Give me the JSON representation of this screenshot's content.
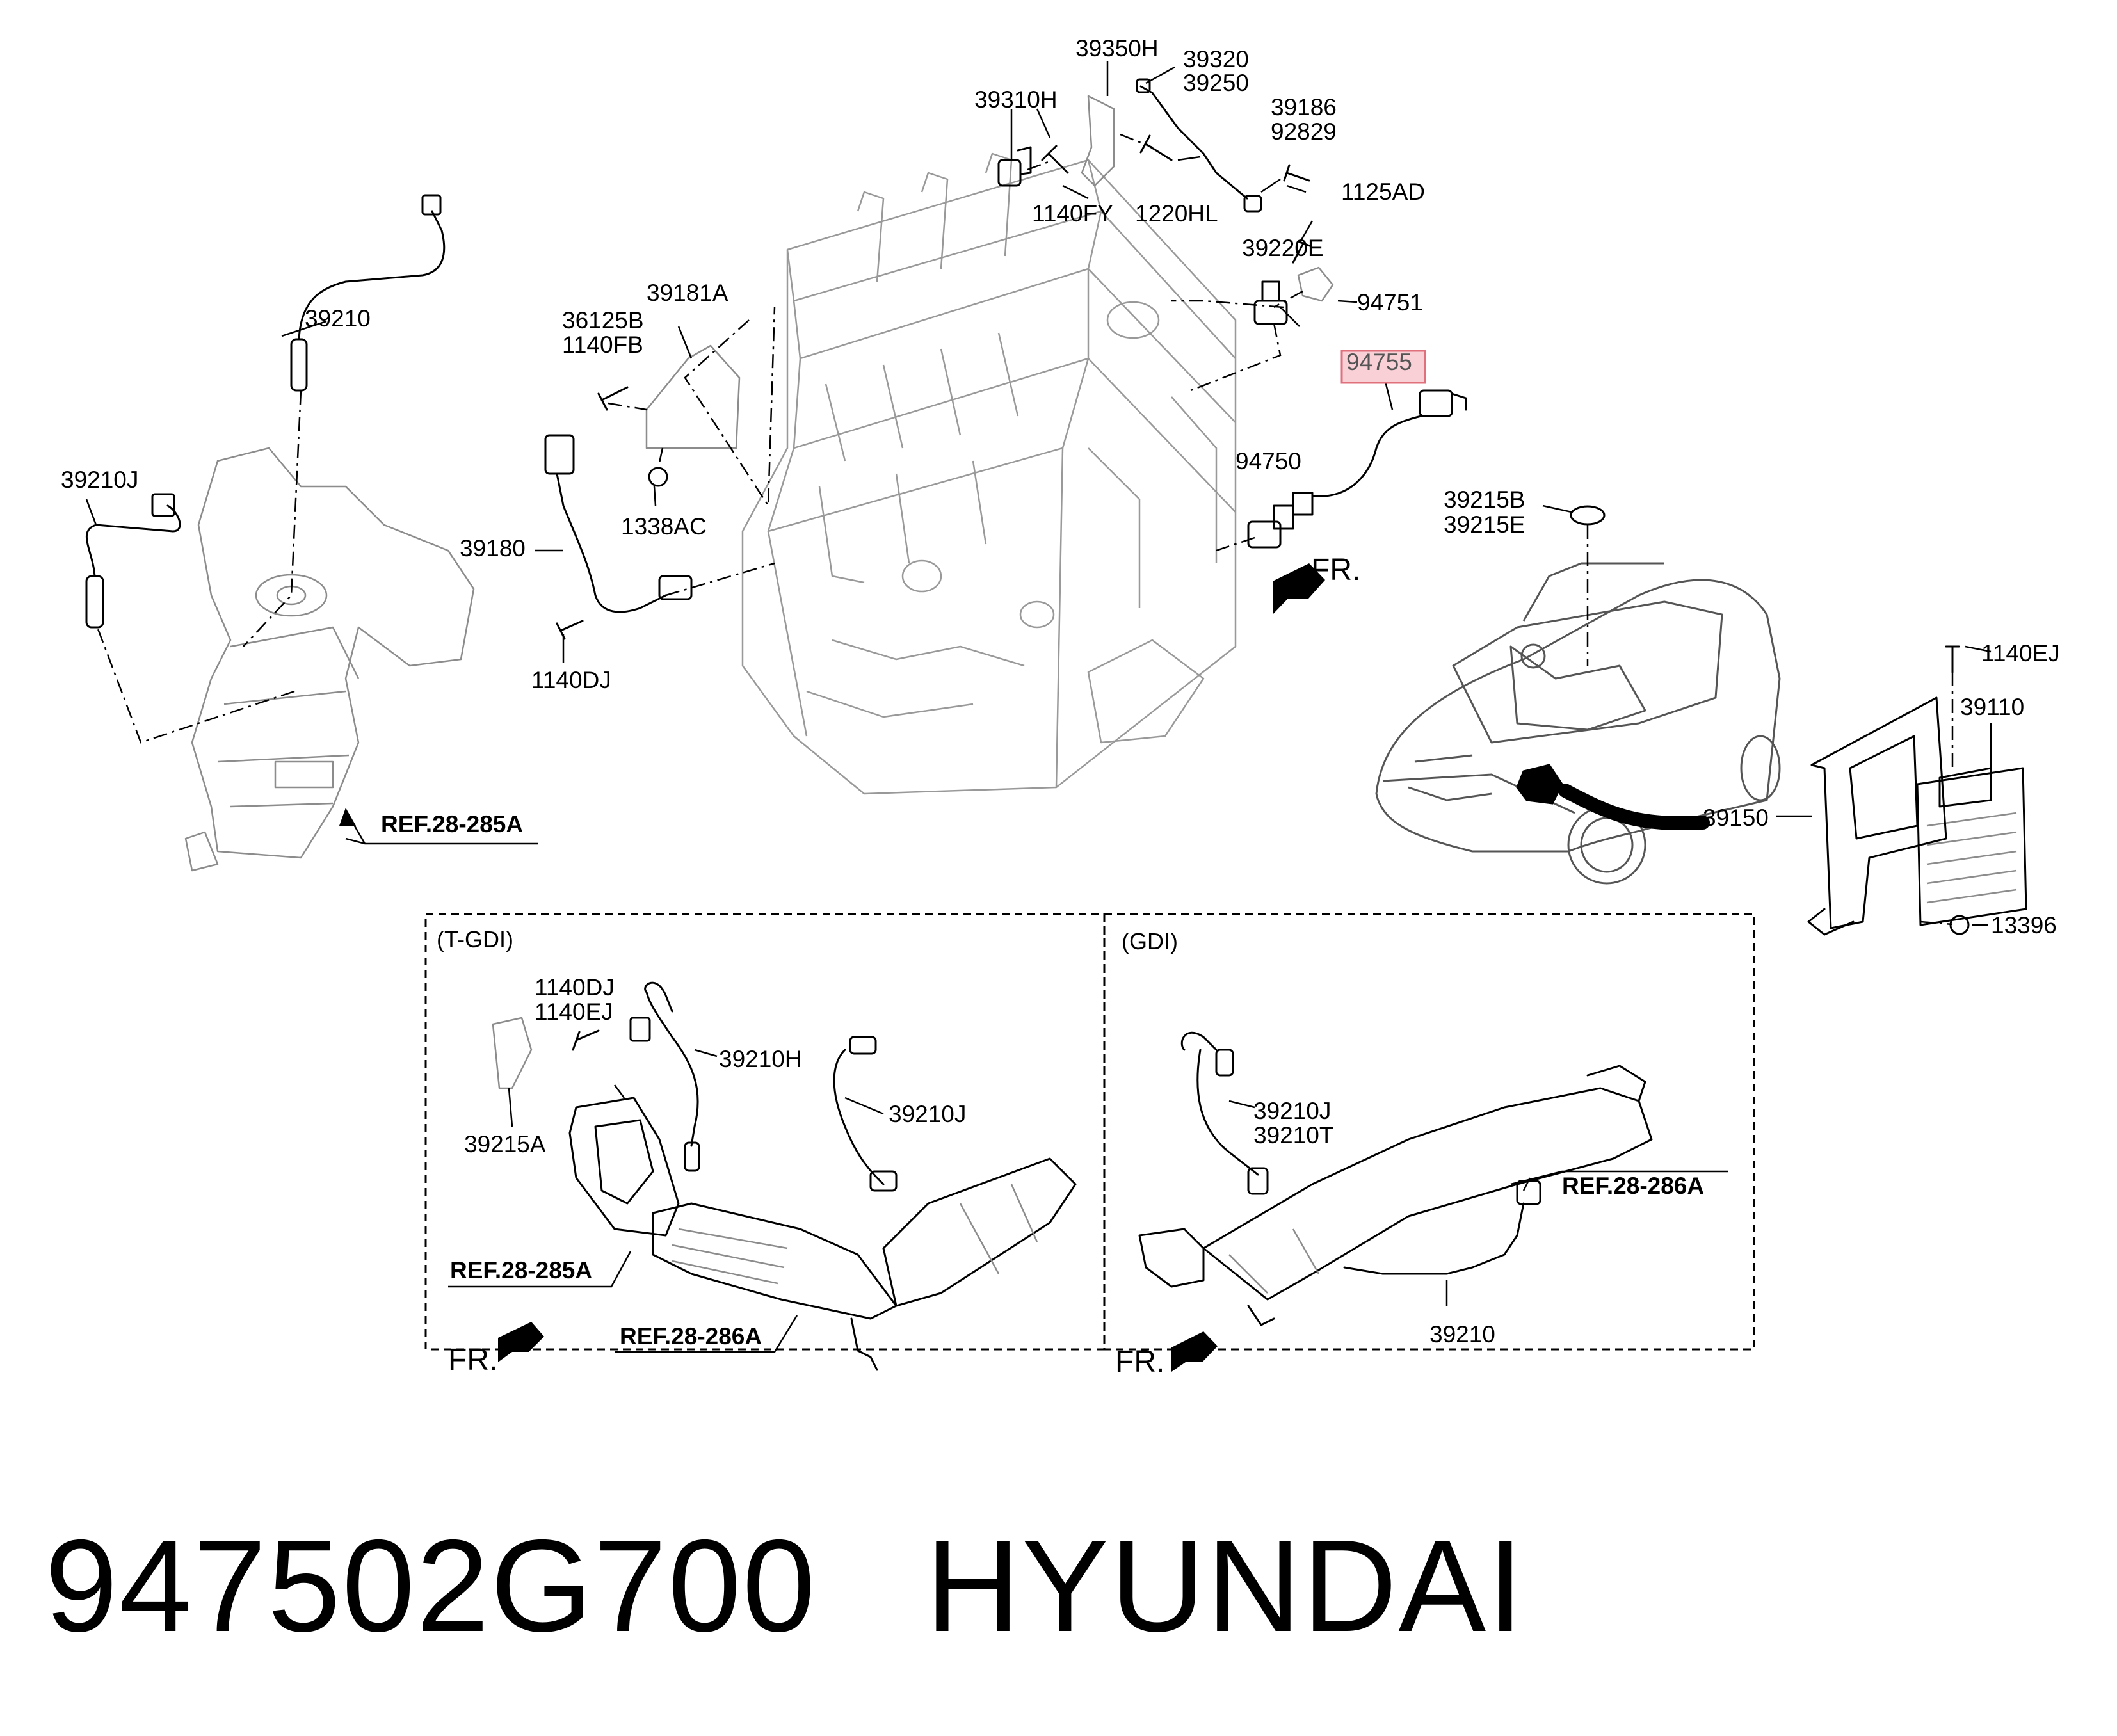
{
  "diagram": {
    "labels": {
      "p39350H": "39350H",
      "p39320": "39320",
      "p39250": "39250",
      "p39310H": "39310H",
      "p39186": "39186",
      "p92829": "92829",
      "p1140FY": "1140FY",
      "p1220HL": "1220HL",
      "p1125AD": "1125AD",
      "p39220E": "39220E",
      "p94751": "94751",
      "p94755": "94755",
      "p39181A": "39181A",
      "p36125B": "36125B",
      "p1140FB": "1140FB",
      "p39210_top": "39210",
      "p39210J_left": "39210J",
      "p94750": "94750",
      "p1338AC": "1338AC",
      "p39180": "39180",
      "p39215B": "39215B",
      "p39215E": "39215E",
      "p1140DJ": "1140DJ",
      "p1140EJ": "1140EJ",
      "p39110": "39110",
      "p39150": "39150",
      "p13396": "13396",
      "p1140DJ_tgdi": "1140DJ",
      "p1140EJ_tgdi": "1140EJ",
      "p39210H": "39210H",
      "p39210J_tgdi": "39210J",
      "p39215A": "39215A",
      "p39210J_gdi": "39210J",
      "p39210T": "39210T",
      "p39210_gdi": "39210"
    },
    "refs": {
      "ref_top": "REF.28-285A",
      "ref_tgdi_285": "REF.28-285A",
      "ref_tgdi_286": "REF.28-286A",
      "ref_gdi_286": "REF.28-286A"
    },
    "fr": {
      "main": "FR.",
      "tgdi": "FR.",
      "gdi": "FR."
    },
    "sections": {
      "tgdi": "(T-GDI)",
      "gdi": "(GDI)"
    },
    "highlighted_part": "94755",
    "colors": {
      "highlight_fill": "#f9d0d6",
      "highlight_stroke": "#e0707c"
    }
  },
  "footer": {
    "part_number": "947502G700",
    "brand": "HYUNDAI"
  }
}
